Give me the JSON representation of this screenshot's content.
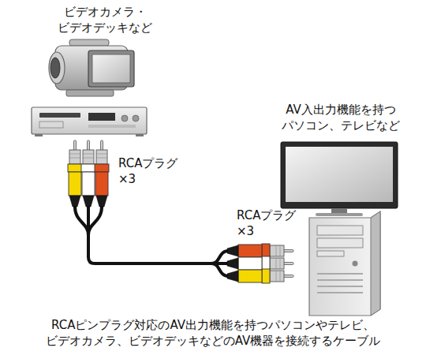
{
  "diagram": {
    "caption": "RCAピンプラグ対応のAV出力機能を持つパソコンやテレビ、 ビデオカメラ、ビデオデッキなどのAV機器を接続するケーブル",
    "labels": [
      "ビデオカメラ・ ビデオデッキなど",
      "RCAプラグ ×3",
      "AV入出力機能を持つ パソコン、テレビなど",
      "RCAプラグ ×3"
    ]
  }
}
